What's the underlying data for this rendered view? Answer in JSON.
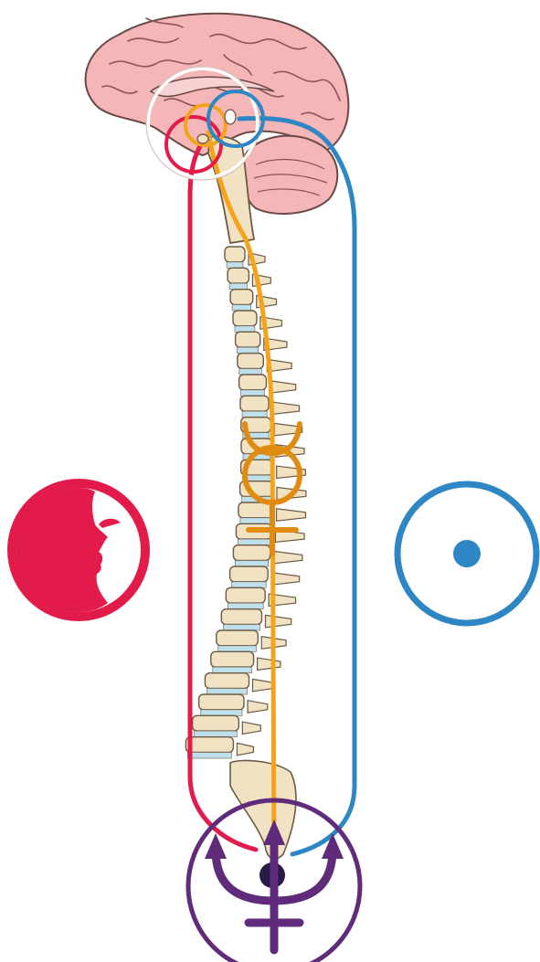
{
  "diagram": {
    "type": "anatomical-astrological-diagram",
    "colors": {
      "background": "#ffffff",
      "moon_red": "#e31b4b",
      "sun_blue": "#2e86c4",
      "mercury_orange": "#f5a31a",
      "neptune_purple": "#5f2b7a",
      "brain_pink": "#f4b6b6",
      "brain_outline": "#6b4848",
      "bone": "#f2e2c4",
      "bone_outline": "#6b5a44",
      "disc_blue": "#bfe0ea"
    },
    "symbols": [
      {
        "name": "moon",
        "icon": "moon-face-icon",
        "position": "left"
      },
      {
        "name": "sun",
        "icon": "sun-symbol-icon",
        "position": "right"
      },
      {
        "name": "mercury",
        "icon": "mercury-symbol-icon",
        "position": "center-spine"
      },
      {
        "name": "neptune",
        "icon": "neptune-trident-icon",
        "position": "bottom-center"
      }
    ],
    "anatomy": [
      "brain",
      "cerebellum",
      "brain-stem",
      "spine",
      "sacrum"
    ],
    "vertebra_count": 24
  }
}
